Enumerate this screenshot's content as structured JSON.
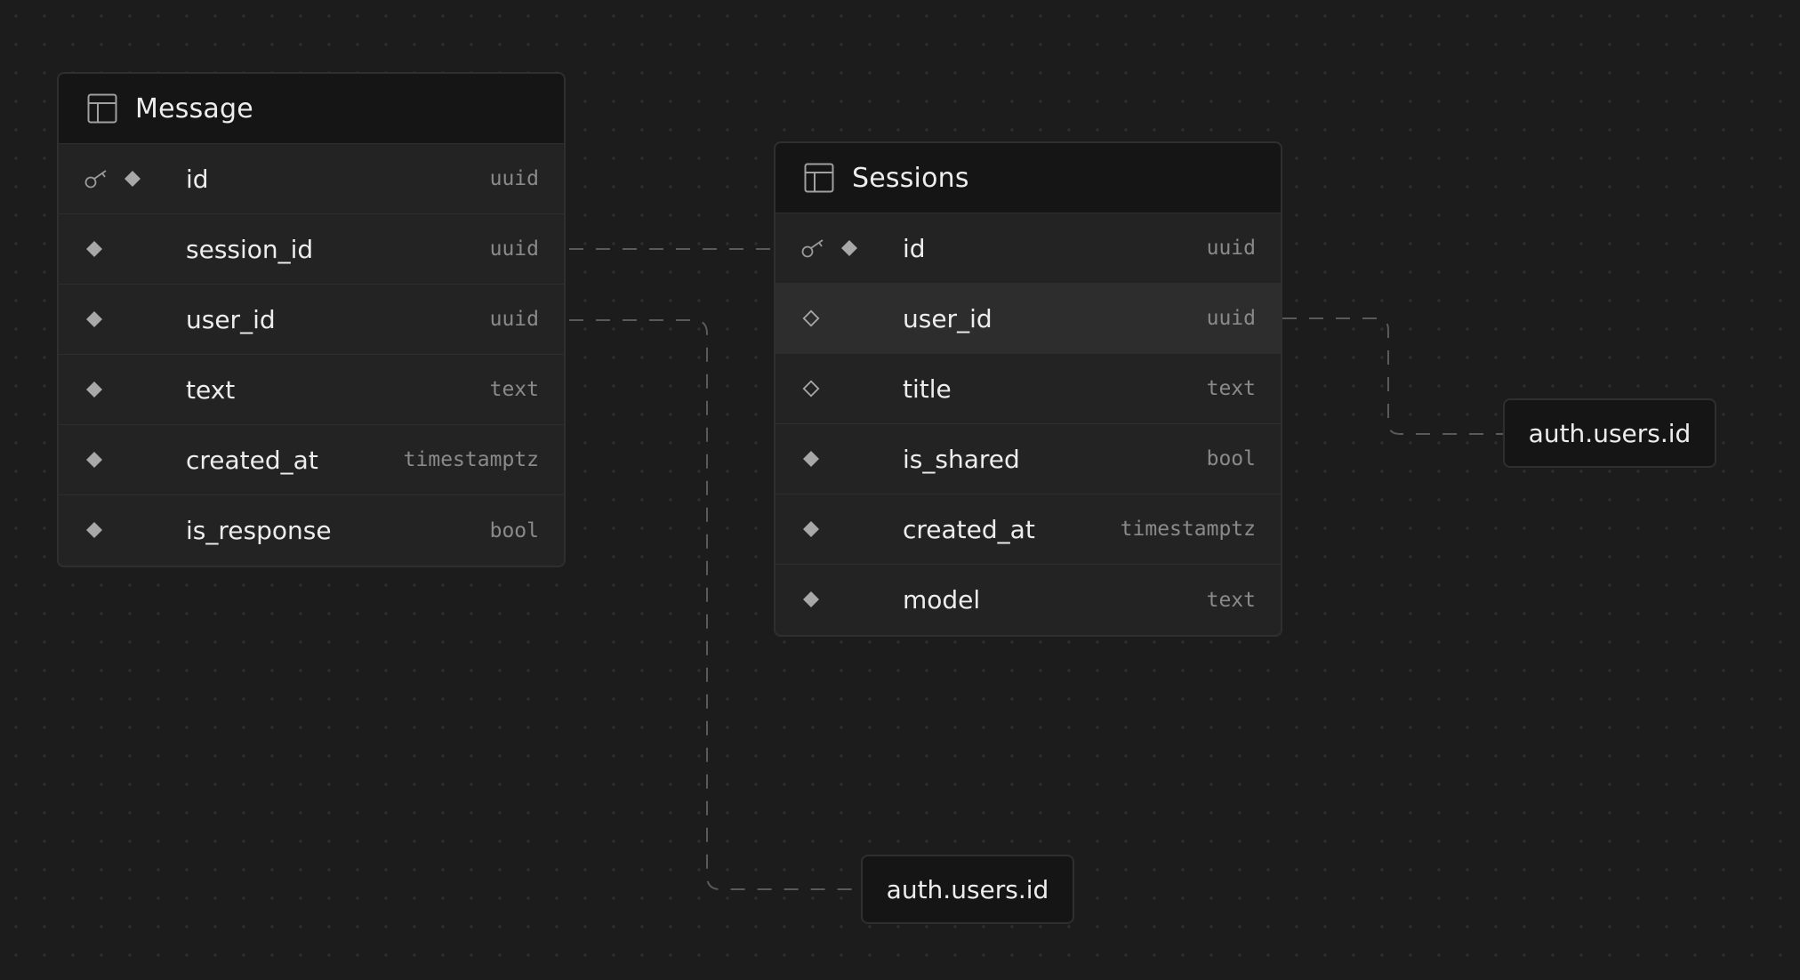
{
  "theme": {
    "background": "#1c1c1c",
    "card": "#232323",
    "header": "#151515",
    "border": "#2f2f2f",
    "text": "#ededed",
    "muted": "#8a8a8a",
    "connector": "#5a5a5a"
  },
  "tables": [
    {
      "id": "message",
      "title": "Message",
      "icon": "table-icon",
      "columns": [
        {
          "name": "id",
          "type": "uuid",
          "primary_key": true,
          "nullable": false
        },
        {
          "name": "session_id",
          "type": "uuid",
          "primary_key": false,
          "nullable": false
        },
        {
          "name": "user_id",
          "type": "uuid",
          "primary_key": false,
          "nullable": false
        },
        {
          "name": "text",
          "type": "text",
          "primary_key": false,
          "nullable": false
        },
        {
          "name": "created_at",
          "type": "timestamptz",
          "primary_key": false,
          "nullable": false
        },
        {
          "name": "is_response",
          "type": "bool",
          "primary_key": false,
          "nullable": false
        }
      ]
    },
    {
      "id": "sessions",
      "title": "Sessions",
      "icon": "table-icon",
      "columns": [
        {
          "name": "id",
          "type": "uuid",
          "primary_key": true,
          "nullable": false
        },
        {
          "name": "user_id",
          "type": "uuid",
          "primary_key": false,
          "nullable": true,
          "highlighted": true
        },
        {
          "name": "title",
          "type": "text",
          "primary_key": false,
          "nullable": true
        },
        {
          "name": "is_shared",
          "type": "bool",
          "primary_key": false,
          "nullable": false
        },
        {
          "name": "created_at",
          "type": "timestamptz",
          "primary_key": false,
          "nullable": false
        },
        {
          "name": "model",
          "type": "text",
          "primary_key": false,
          "nullable": false
        }
      ]
    }
  ],
  "references": {
    "right": {
      "label": "auth.users.id"
    },
    "bottom": {
      "label": "auth.users.id"
    }
  },
  "relations": [
    {
      "from": "Message.session_id",
      "to": "Sessions.id"
    },
    {
      "from": "Message.user_id",
      "to": "auth.users.id"
    },
    {
      "from": "Sessions.user_id",
      "to": "auth.users.id"
    }
  ]
}
